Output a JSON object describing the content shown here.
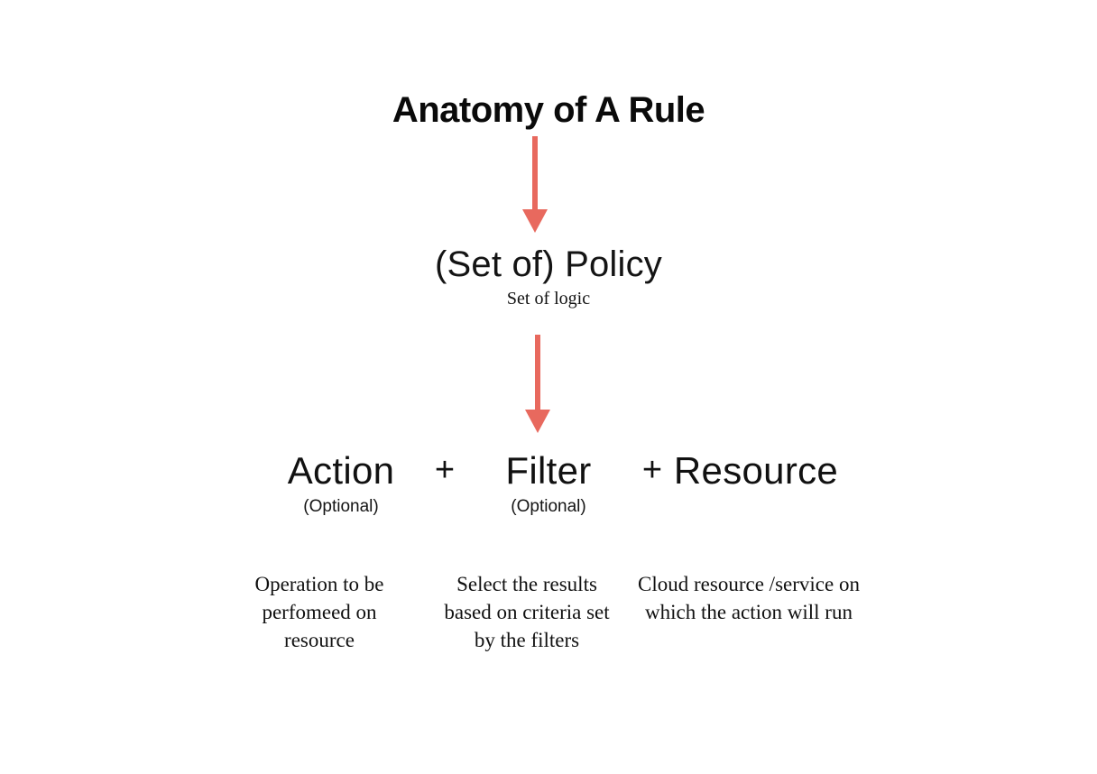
{
  "page": {
    "background": "#ffffff",
    "text_color": "#111111",
    "accent_color": "#e8695e"
  },
  "title": "Anatomy of A Rule",
  "arrows": [
    {
      "name": "arrow-title-to-policy",
      "color": "#e8695e"
    },
    {
      "name": "arrow-policy-to-components",
      "color": "#e8695e"
    }
  ],
  "policy": {
    "heading": "(Set of) Policy",
    "subtitle": "Set of logic"
  },
  "formula": {
    "operator": "+",
    "terms": [
      {
        "label": "Action",
        "optional_label": "(Optional)"
      },
      {
        "label": "Filter",
        "optional_label": "(Optional)"
      },
      {
        "label": "Resource",
        "optional_label": ""
      }
    ]
  },
  "descriptions": {
    "action": "Operation to be perfomeed on resource",
    "filter": "Select the results based on criteria set by the filters",
    "resource": "Cloud resource /service on which the action will run"
  }
}
